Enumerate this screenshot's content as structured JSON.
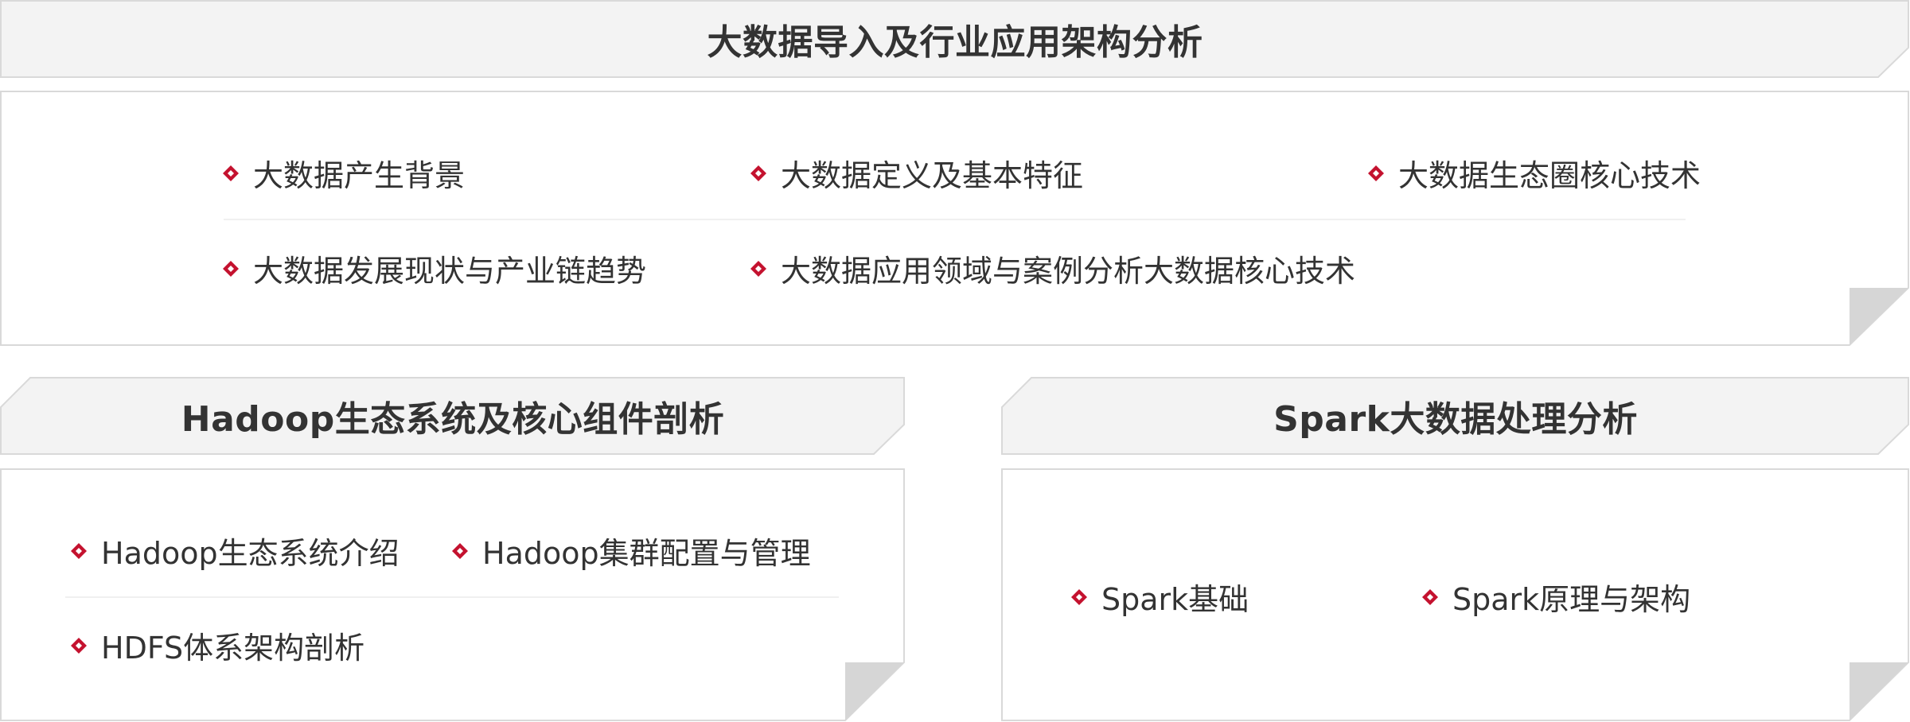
{
  "colors": {
    "bullet": "#c4122f",
    "header_fill": "#f3f3f3",
    "border": "#d9d9d9",
    "text": "#333333"
  },
  "top": {
    "title": "大数据导入及行业应用架构分析",
    "items": [
      "大数据产生背景",
      "大数据定义及基本特征",
      "大数据生态圈核心技术",
      "大数据发展现状与产业链趋势",
      "大数据应用领域与案例分析大数据核心技术"
    ]
  },
  "hadoop": {
    "title": "Hadoop生态系统及核心组件剖析",
    "items": [
      "Hadoop生态系统介绍",
      "Hadoop集群配置与管理",
      "HDFS体系架构剖析"
    ]
  },
  "spark": {
    "title": "Spark大数据处理分析",
    "items": [
      "Spark基础",
      "Spark原理与架构"
    ]
  }
}
